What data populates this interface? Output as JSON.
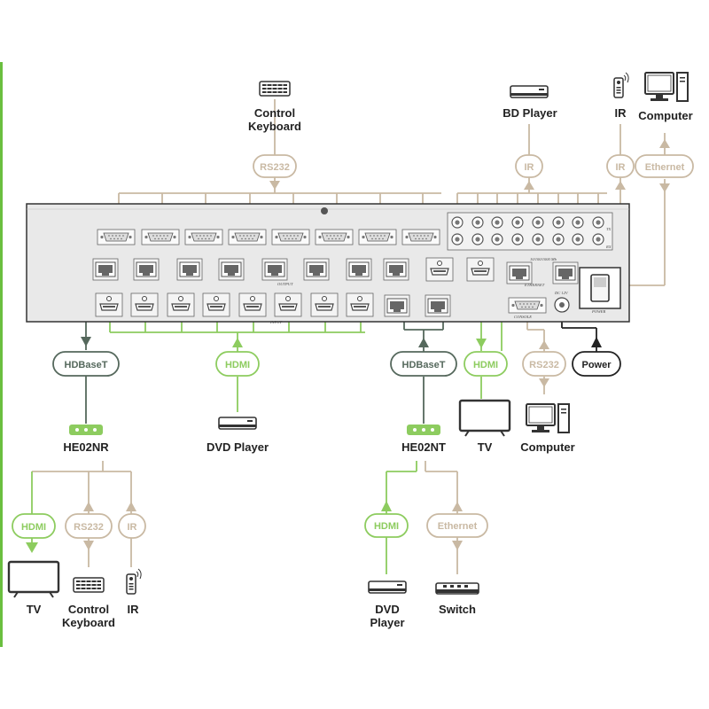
{
  "colors": {
    "green": "#8dcc5f",
    "tan": "#c9b9a3",
    "dark": "#55685c",
    "black": "#222222",
    "accent_bar": "#6abf3f",
    "panel": "#e9e9e9"
  },
  "devices": {
    "control_keyboard_top": "Control\nKeyboard",
    "bd_player": "BD Player",
    "ir_top": "IR",
    "computer_top": "Computer",
    "dvd_player_center": "DVD Player",
    "he02nr": "HE02NR",
    "he02nt": "HE02NT",
    "tv_right": "TV",
    "computer_right": "Computer",
    "tv_left": "TV",
    "control_keyboard_left": "Control\nKeyboard",
    "ir_left": "IR",
    "dvd_player_bottom": "DVD\nPlayer",
    "switch": "Switch"
  },
  "pills": {
    "rs232_top": "RS232",
    "ir_bd": "IR",
    "ir_top": "IR",
    "ethernet_top": "Ethernet",
    "hdbaset_left": "HDBaseT",
    "hdmi_center": "HDMI",
    "hdbaset_right": "HDBaseT",
    "hdmi_right": "HDMI",
    "rs232_right": "RS232",
    "power": "Power",
    "hdmi_left": "HDMI",
    "rs232_left": "RS232",
    "ir_left": "IR",
    "hdmi_bottom": "HDMI",
    "ethernet_bottom": "Ethernet"
  },
  "panel_labels": {
    "output": "OUTPUT",
    "input": "INPUT",
    "ethernet": "ETHERNET",
    "console": "CONSOLE",
    "dc": "DC 12V",
    "power": "POWER",
    "ir_label": "IR",
    "tx": "TX",
    "rx": "RX",
    "speed": "10/100/1000 Mb"
  },
  "icon_names": {
    "keyboard": "keyboard-icon",
    "bd": "bd-player-icon",
    "remote": "ir-remote-icon",
    "computer": "computer-icon",
    "dvd": "dvd-player-icon",
    "extender": "extender-icon",
    "tv": "tv-icon",
    "switch": "switch-icon"
  }
}
